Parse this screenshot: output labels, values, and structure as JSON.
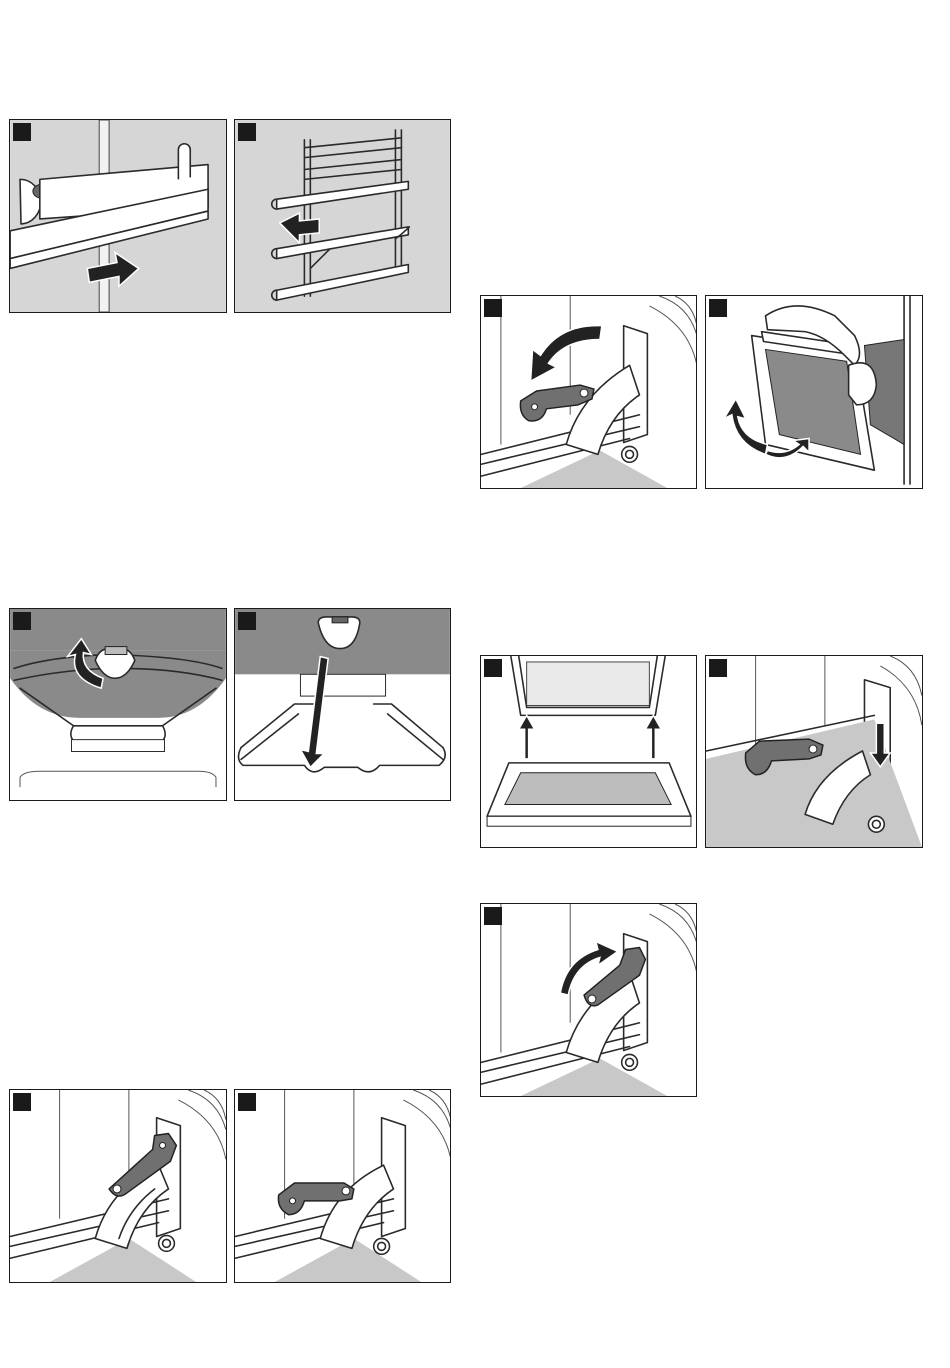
{
  "figures": [
    {
      "name": "shelf-rail-push-in"
    },
    {
      "name": "shelf-rack-rails"
    },
    {
      "name": "rack-clip-lift"
    },
    {
      "name": "rack-clip-insert"
    },
    {
      "name": "hinge-lever-up"
    },
    {
      "name": "hinge-lever-down"
    },
    {
      "name": "hinge-lever-fold-down"
    },
    {
      "name": "door-remove"
    },
    {
      "name": "door-refit"
    },
    {
      "name": "hinge-lever-insert"
    },
    {
      "name": "hinge-lever-fold-up"
    }
  ],
  "colors": {
    "panel_grey": "#d6d6d6",
    "dark_grey": "#7e7e7e",
    "outline": "#1a1a1a",
    "arrow": "#222222"
  }
}
